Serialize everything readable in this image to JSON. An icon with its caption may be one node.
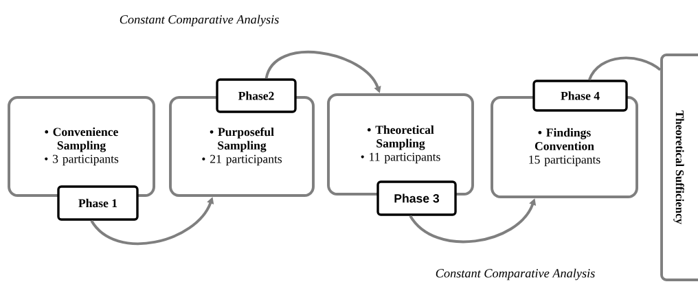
{
  "diagram": {
    "nodes": [
      {
        "text": [
          "• Convenience Sampling",
          "• 3 participants"
        ]
      },
      {
        "text": [
          "• Purposeful Sampling",
          "• 21 participants"
        ]
      },
      {
        "text": [
          "• Theoretical Sampling",
          "• 11 participants"
        ]
      },
      {
        "text": [
          "• Findings Convention",
          "15 participants"
        ]
      },
      {
        "text": [
          "Phase 1"
        ]
      },
      {
        "text": [
          "Phase2"
        ]
      },
      {
        "text": [
          "Phase 3"
        ]
      },
      {
        "text": [
          "Phase 4"
        ]
      },
      {
        "text": [
          "Theoretical Sufficiency"
        ]
      }
    ],
    "edges": [
      {
        "from": 4,
        "to": 1,
        "arrow": "to"
      },
      {
        "from": 5,
        "to": 2,
        "arrow": "to"
      },
      {
        "from": 6,
        "to": 3,
        "arrow": "to"
      },
      {
        "from": 7,
        "to": 8,
        "arrow": "none"
      }
    ],
    "labels": [
      "Constant Comparative Analysis",
      "Constant Comparative Analysis"
    ]
  }
}
